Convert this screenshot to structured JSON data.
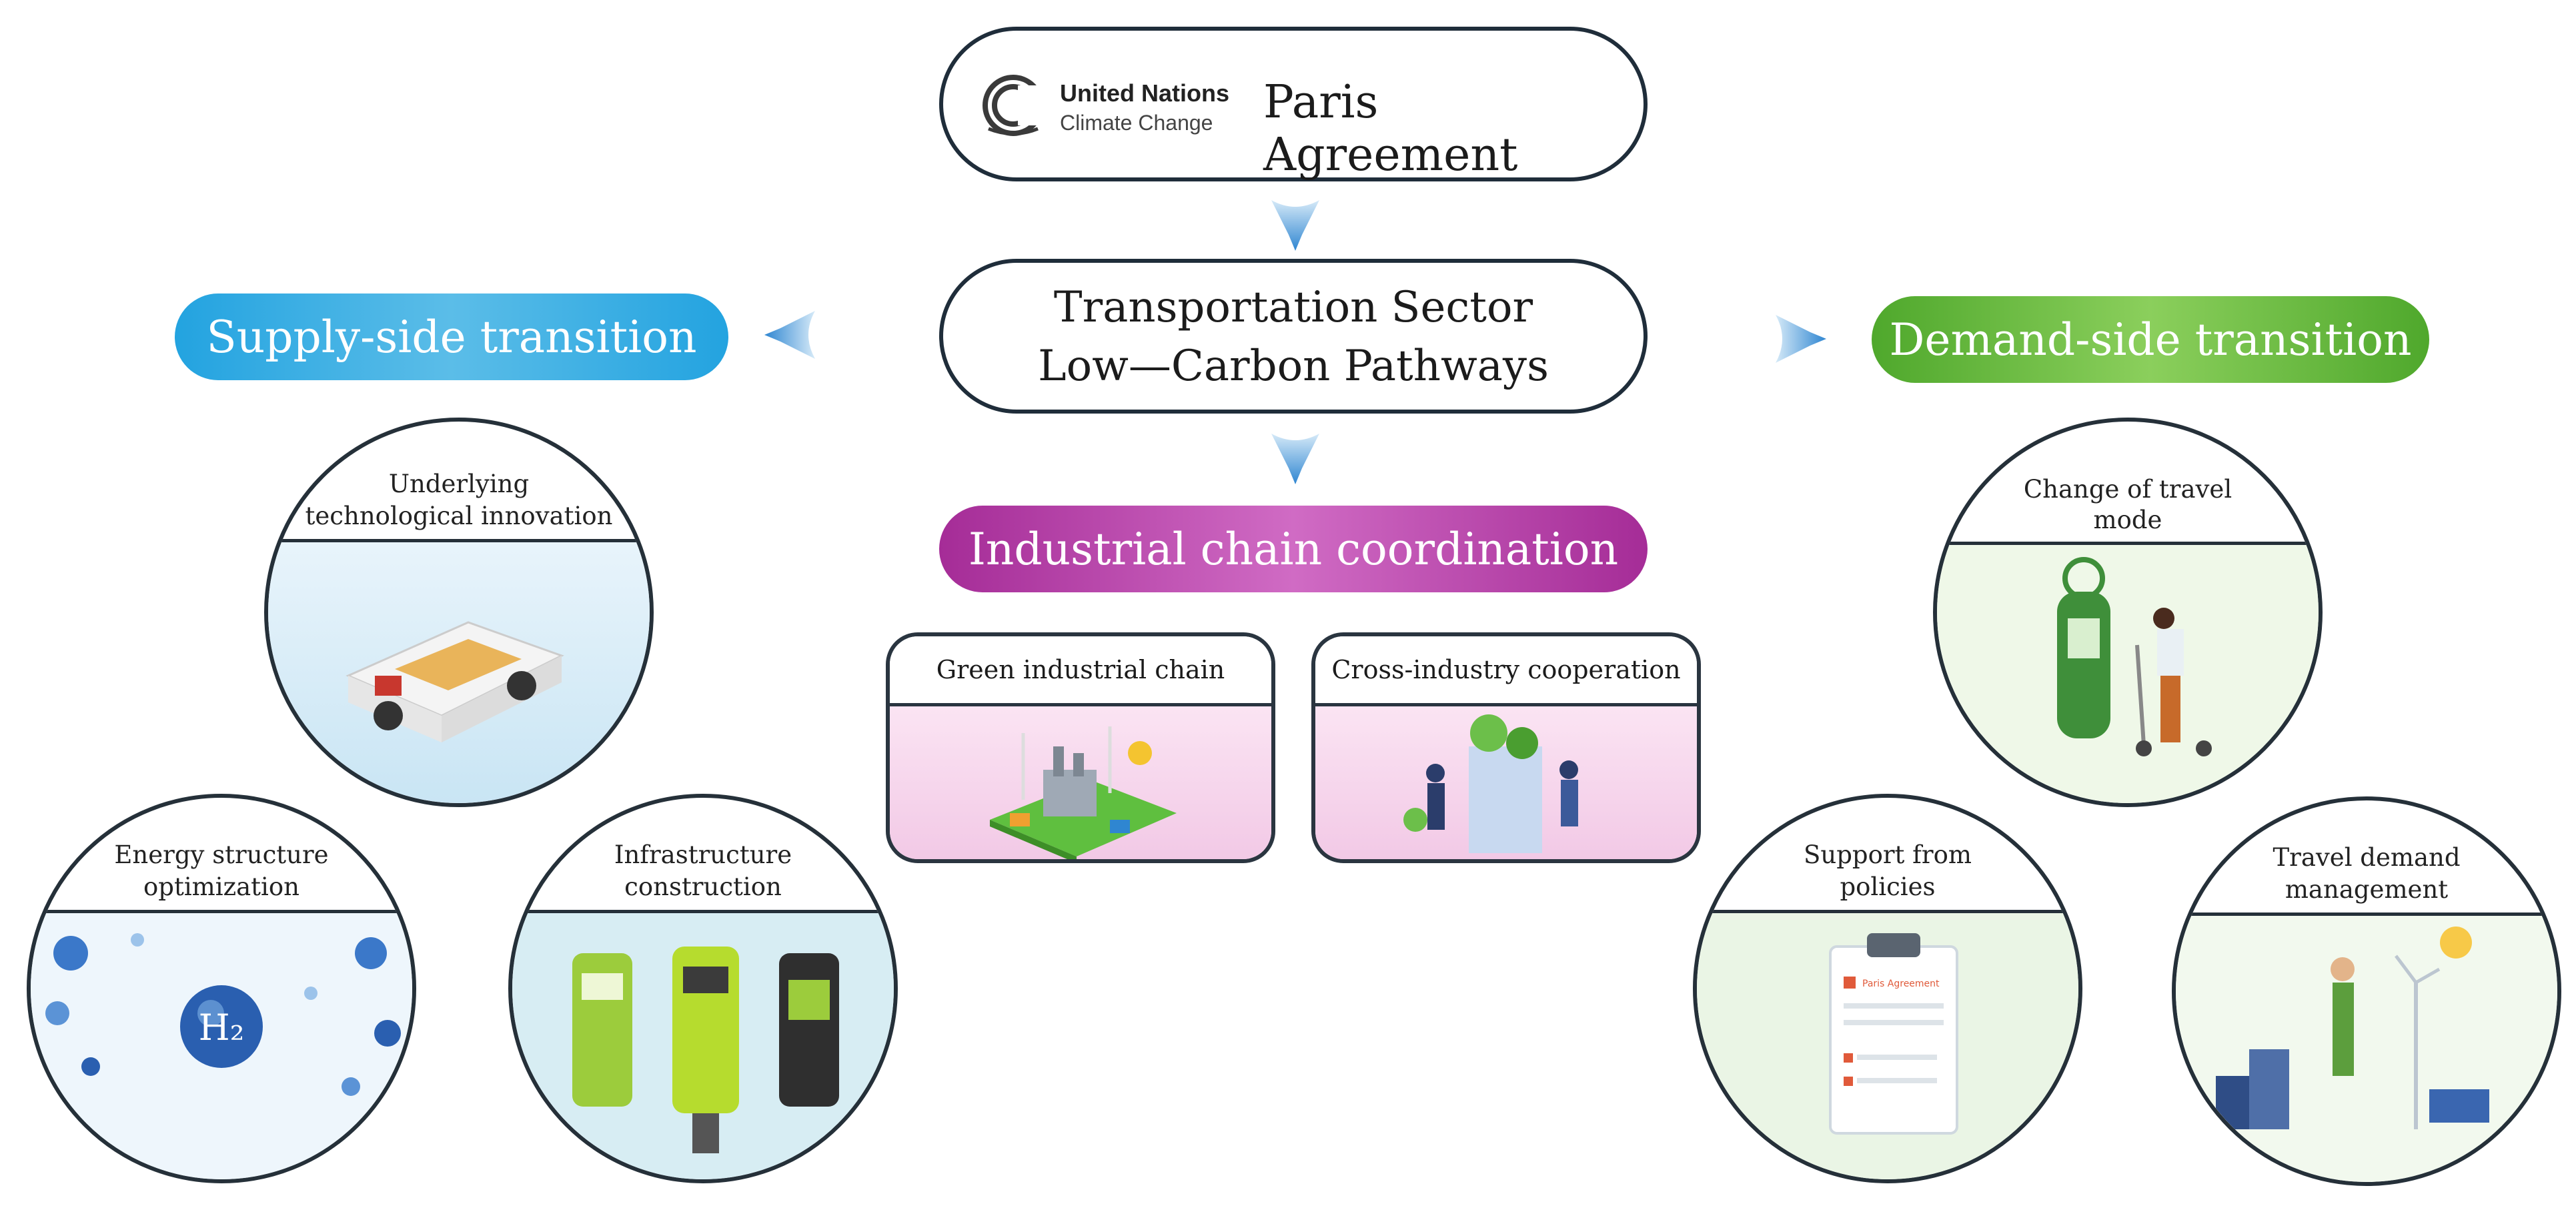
{
  "top": {
    "logo_line1": "United Nations",
    "logo_line2": "Climate Change",
    "title": "Paris Agreement"
  },
  "center": {
    "line1": "Transportation Sector",
    "line2": "Low—Carbon Pathways"
  },
  "supply": {
    "label": "Supply-side transition",
    "color": "#3aa9e0"
  },
  "demand": {
    "label": "Demand-side transition",
    "color": "#6cb93f"
  },
  "industrial": {
    "label": "Industrial chain coordination",
    "color": "#b43fa5",
    "cards": [
      "Green industrial chain",
      "Cross-industry cooperation"
    ]
  },
  "supply_circles": {
    "tech_l1": "Underlying",
    "tech_l2": "technological innovation",
    "energy_l1": "Energy structure",
    "energy_l2": "optimization",
    "infra_l1": "Infrastructure",
    "infra_l2": "construction",
    "h2": "H₂"
  },
  "demand_circles": {
    "mode_l1": "Change of travel",
    "mode_l2": "mode",
    "policy_l1": "Support from",
    "policy_l2": "policies",
    "tdm_l1": "Travel demand",
    "tdm_l2": "management",
    "doc_title": "Paris Agreement"
  }
}
